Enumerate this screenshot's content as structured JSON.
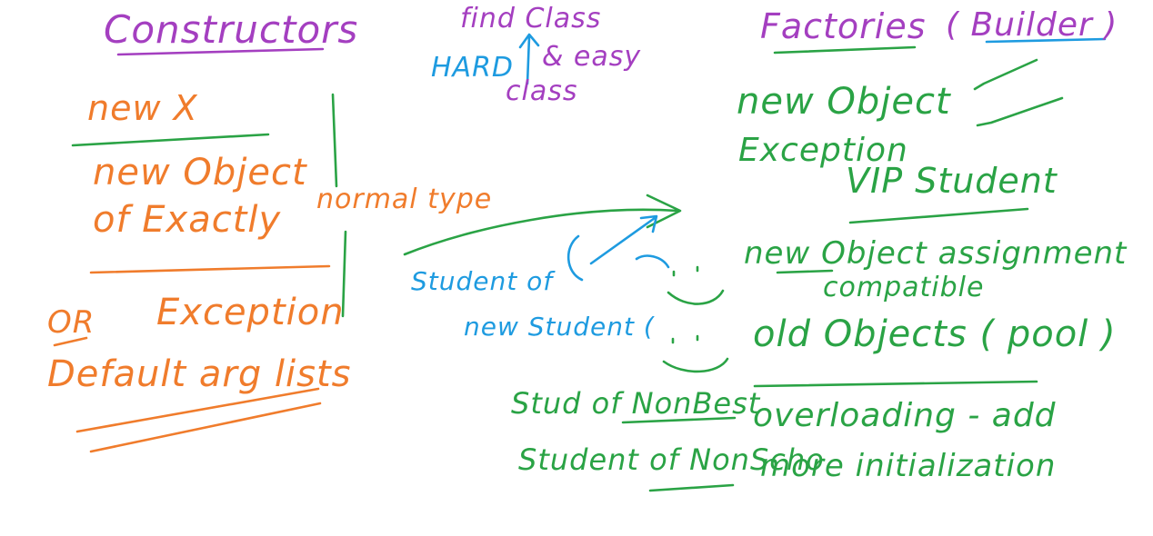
{
  "colors": {
    "purple": "#a43fc0",
    "orange": "#f07c2c",
    "green": "#2aa345",
    "blue": "#1e9be0"
  },
  "constructors": {
    "heading": "Constructors",
    "new_x": "new   X",
    "line1": "new Object",
    "line2": "of Exactly",
    "or": "OR",
    "exception": "Exception",
    "default_args": "Default arg lists"
  },
  "middle": {
    "find_class": "find Class",
    "hard": "HARD",
    "easy": "& easy",
    "class": "class",
    "normal_type": "normal type",
    "student_of": "Student of",
    "new_student": "new Student (",
    "stud_of_nonbest": "Stud of NonBest",
    "student_of_nonscho": "Student of NonScho"
  },
  "factories": {
    "heading": "Factories",
    "builder": "( Builder )",
    "new_object": "new Object",
    "exception": "Exception",
    "vip_student": "VIP Student",
    "new_object_assignment": "new Object assignment",
    "compatible": "compatible",
    "old_objects": "old Objects ( pool )",
    "overloading": "overloading - add",
    "more_init": "more initialization"
  }
}
